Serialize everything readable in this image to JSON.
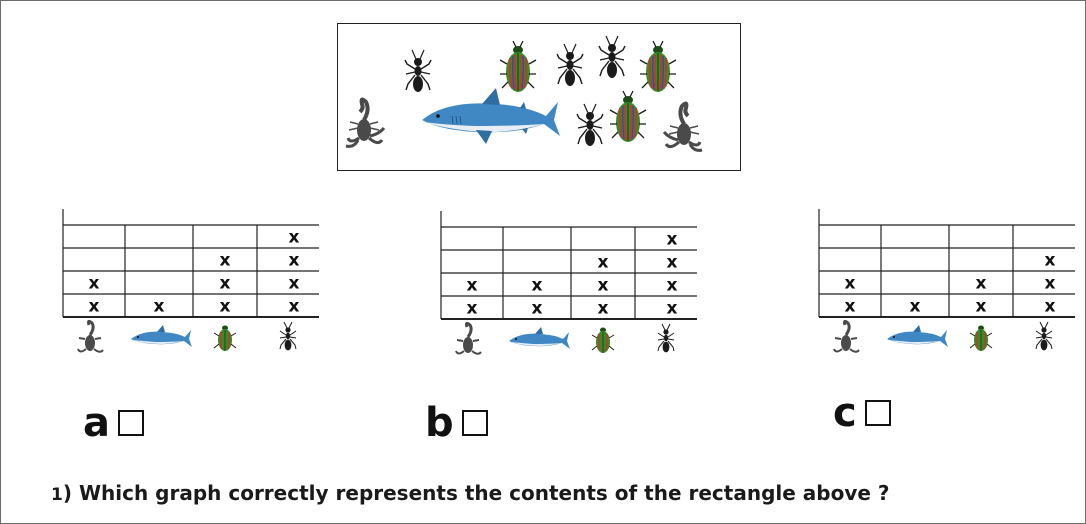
{
  "scene": {
    "creatures": [
      "scorpion-icon",
      "ant-icon",
      "shark-icon",
      "beetle-icon",
      "ant-icon",
      "ant-icon",
      "beetle-icon",
      "ant-icon",
      "beetle-icon",
      "scorpion-icon"
    ]
  },
  "graphs": [
    {
      "label": "a",
      "counts": [
        2,
        1,
        3,
        4
      ]
    },
    {
      "label": "b",
      "counts": [
        2,
        2,
        3,
        4
      ]
    },
    {
      "label": "c",
      "counts": [
        2,
        1,
        2,
        3
      ]
    }
  ],
  "graph_columns": [
    "scorpion",
    "shark",
    "beetle",
    "ant"
  ],
  "mark": "x",
  "question": {
    "number": "1",
    "text": ") Which graph correctly represents the contents of the rectangle above ?"
  },
  "colors": {
    "shark_body": "#3f88c4",
    "shark_belly": "#e8eef4",
    "beetle_shell": "#3a8a2a",
    "beetle_stripe": "#c0392b",
    "insect_dark": "#1b1b1b",
    "scorpion": "#4a4a4a"
  }
}
